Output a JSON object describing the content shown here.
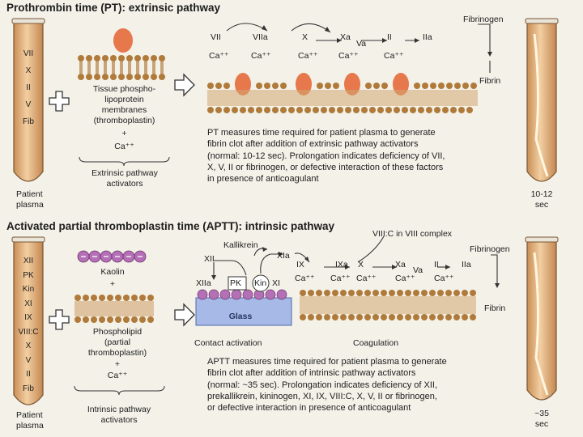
{
  "pt": {
    "title": "Prothrombin time (PT): extrinsic pathway",
    "tube_factors": [
      "VII",
      "X",
      "II",
      "V",
      "Fib"
    ],
    "patient_plasma": "Patient\nplasma",
    "tissue": "Tissue phospho-\nlipoprotein\nmembranes\n(thromboplastin)",
    "plus": "+",
    "ca": "Ca⁺⁺",
    "activators": "Extrinsic pathway\nactivators",
    "factors": {
      "vii": "VII",
      "viia": "VIIa",
      "x": "X",
      "xa": "Xa",
      "va": "Va",
      "ii": "II",
      "iia": "IIa",
      "ca": "Ca⁺⁺"
    },
    "fibrinogen": "Fibrinogen",
    "fibrin": "Fibrin",
    "time": "10-12\nsec",
    "description": "PT measures time required for patient plasma to generate\nfibrin clot after addition of extrinsic pathway activators\n(normal: 10-12 sec). Prolongation indicates deficiency of VII,\nX, V, II or fibrinogen, or defective interaction of these factors\nin presence of anticoagulant"
  },
  "aptt": {
    "title": "Activated partial thromboplastin time (APTT): intrinsic pathway",
    "tube_factors": [
      "XII",
      "PK",
      "Kin",
      "XI",
      "IX",
      "VIII:C",
      "X",
      "V",
      "II",
      "Fib"
    ],
    "patient_plasma": "Patient\nplasma",
    "kaolin": "Kaolin",
    "plus": "+",
    "phospholipid": "Phospholipid\n(partial\nthromboplastin)",
    "ca": "Ca⁺⁺",
    "activators": "Intrinsic pathway\nactivators",
    "factors": {
      "xii": "XII",
      "kallikrein": "Kallikrein",
      "xiia": "XIIa",
      "pk": "PK",
      "kin": "Kin",
      "xi": "XI",
      "xia": "XIa",
      "ix": "IX",
      "ixa": "IXa",
      "x": "X",
      "xa": "Xa",
      "va": "Va",
      "ii": "II",
      "iia": "IIa",
      "ca": "Ca⁺⁺"
    },
    "viii_complex": "VIII:C in VIII complex",
    "glass": "Glass",
    "contact": "Contact activation",
    "coagulation": "Coagulation",
    "fibrinogen": "Fibrinogen",
    "fibrin": "Fibrin",
    "time": "~35\nsec",
    "description": "APTT measures time required for patient plasma to generate\nfibrin clot after addition of intrinsic pathway activators\n(normal: ~35 sec). Prolongation indicates deficiency of XII,\nprekallikrein, kininogen, XI, IX, VIII:C, X, V, II or fibrinogen,\nor defective interaction in presence of anticoagulant"
  },
  "colors": {
    "plasma": "#e8b985",
    "membrane": "#b07a3a",
    "protein": "#e6784c",
    "kaolin": "#b46fb6",
    "glass": "#a7b9e6"
  }
}
